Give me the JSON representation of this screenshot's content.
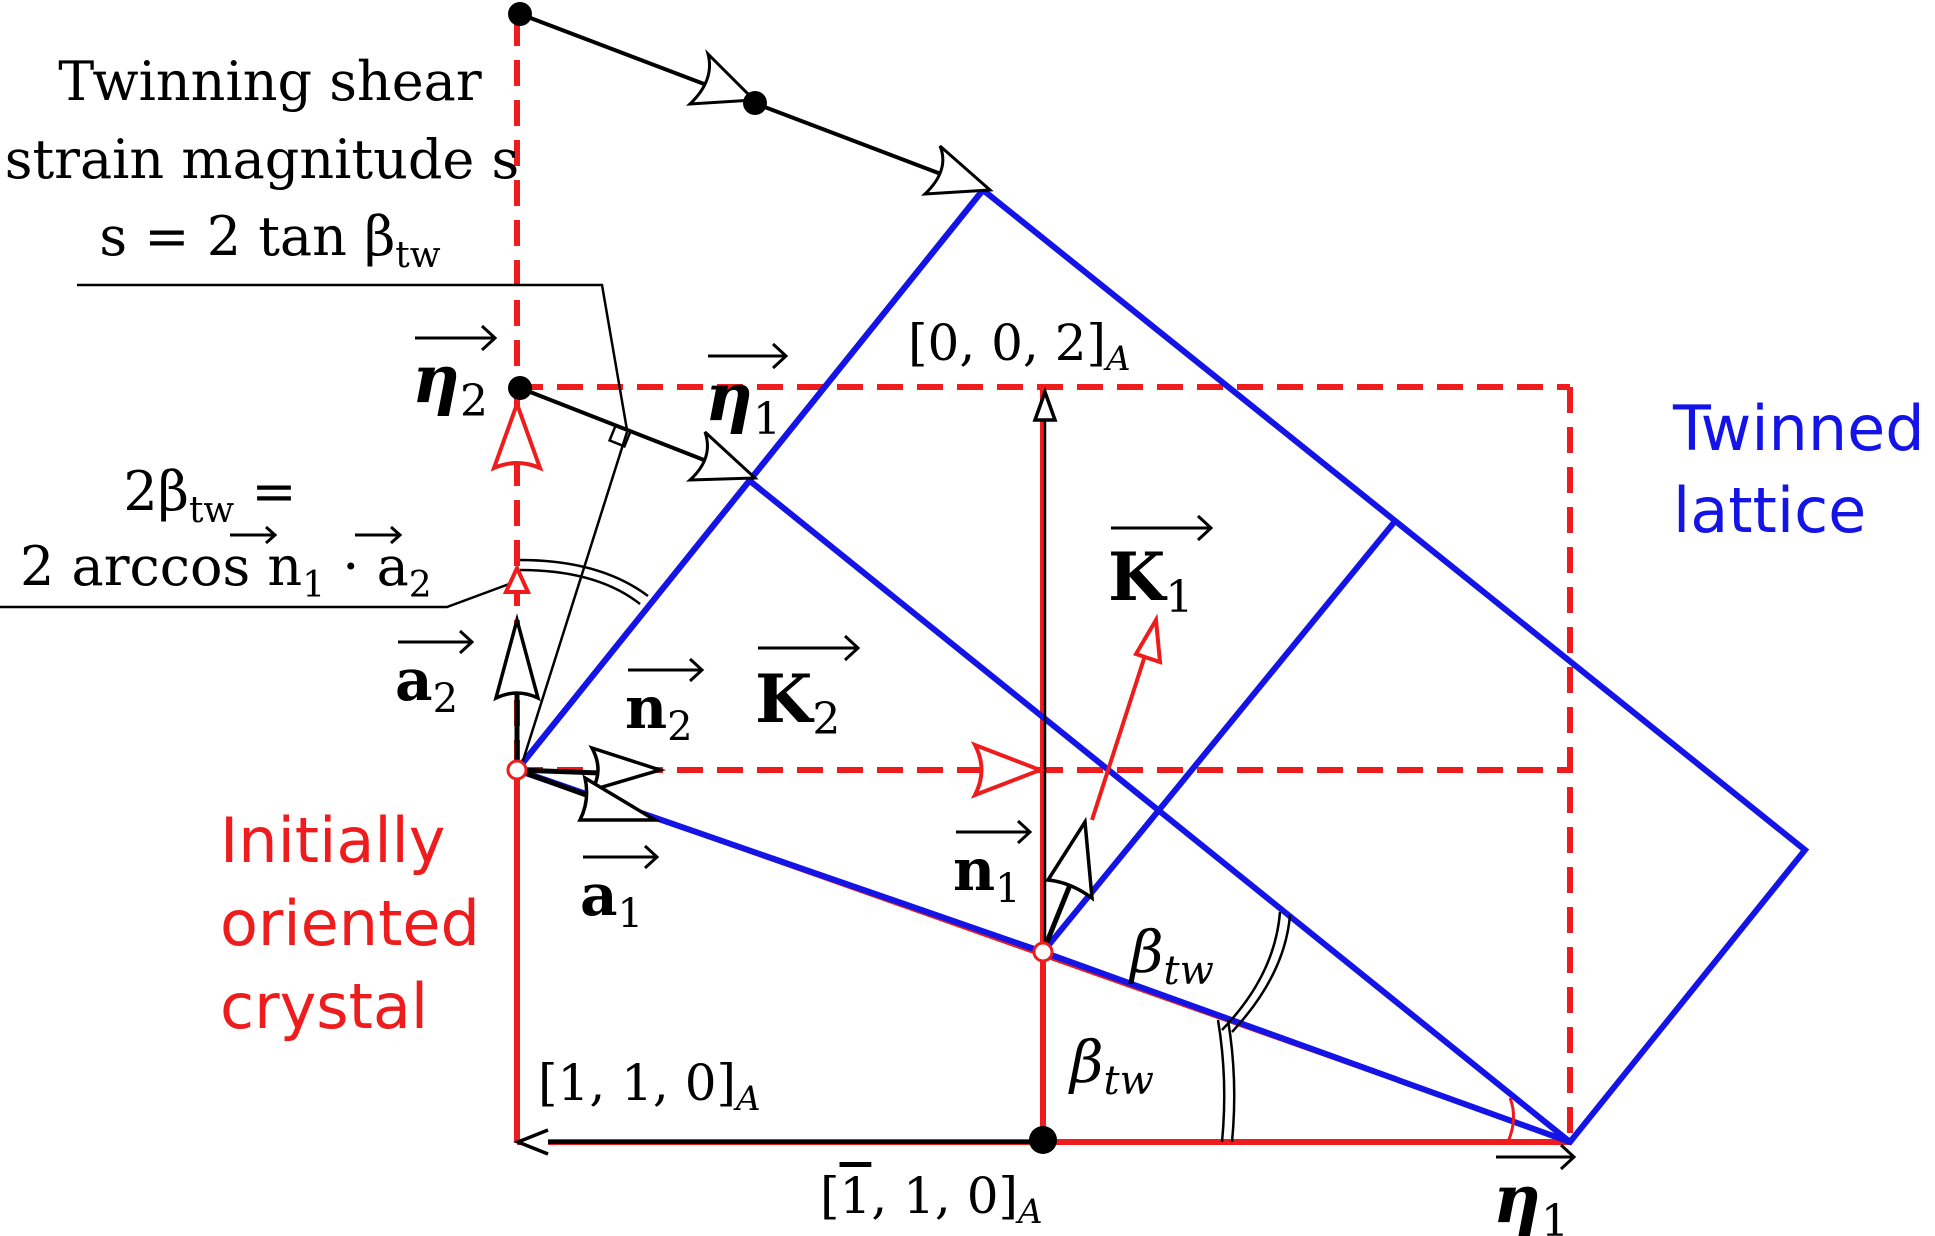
{
  "colors": {
    "initial": "#ee1c1c",
    "twinned": "#1414e6",
    "ink": "#000000"
  },
  "labels": {
    "shear_title_1": "Twinning shear",
    "shear_title_2": "strain magnitude s",
    "shear_formula": "s = 2 tan β",
    "angle_1": "2β",
    "angle_1b": " =",
    "angle_2": "2 arccos n",
    "angle_2b": " · a",
    "twinned_1": "Twinned",
    "twinned_2": "lattice",
    "initial_1": "Initially",
    "initial_2": "oriented",
    "initial_3": "crystal",
    "dir_002": "[0, 0, 2]",
    "dir_110": "[1, 1, 0]",
    "dir_m110_open": "[",
    "dir_m110_bar": "1",
    "dir_m110_rest": ", 1, 0]",
    "sub_A": "A",
    "sub_tw": "tw",
    "sub_1": "1",
    "sub_2": "2",
    "eta": "η",
    "K": "K",
    "n": "n",
    "a": "a",
    "beta": "β"
  }
}
